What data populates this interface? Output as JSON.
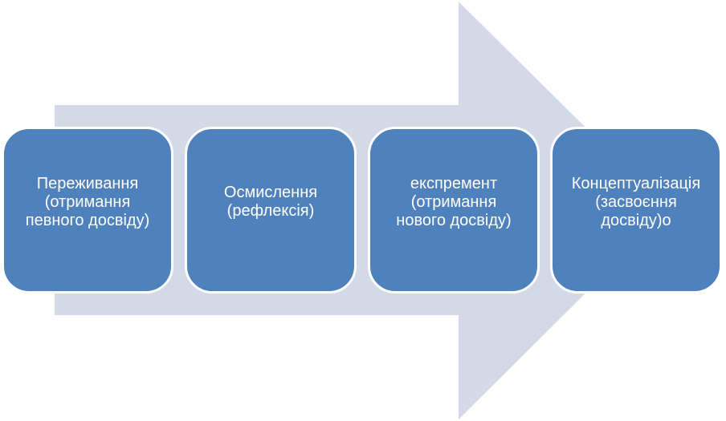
{
  "colors": {
    "arrow": "#d3d9e6",
    "box": "#4f81bd",
    "box_border": "#ffffff",
    "text": "#ffffff"
  },
  "steps": [
    {
      "text": "Переживання\n(отримання\nпевного досвіду)"
    },
    {
      "text": "Осмислення\n(рефлексія)"
    },
    {
      "text": "експремент\n(отримання\nнового досвіду)"
    },
    {
      "text": "Концептуалізація\n(засвоєння\nдосвіду)о"
    }
  ]
}
